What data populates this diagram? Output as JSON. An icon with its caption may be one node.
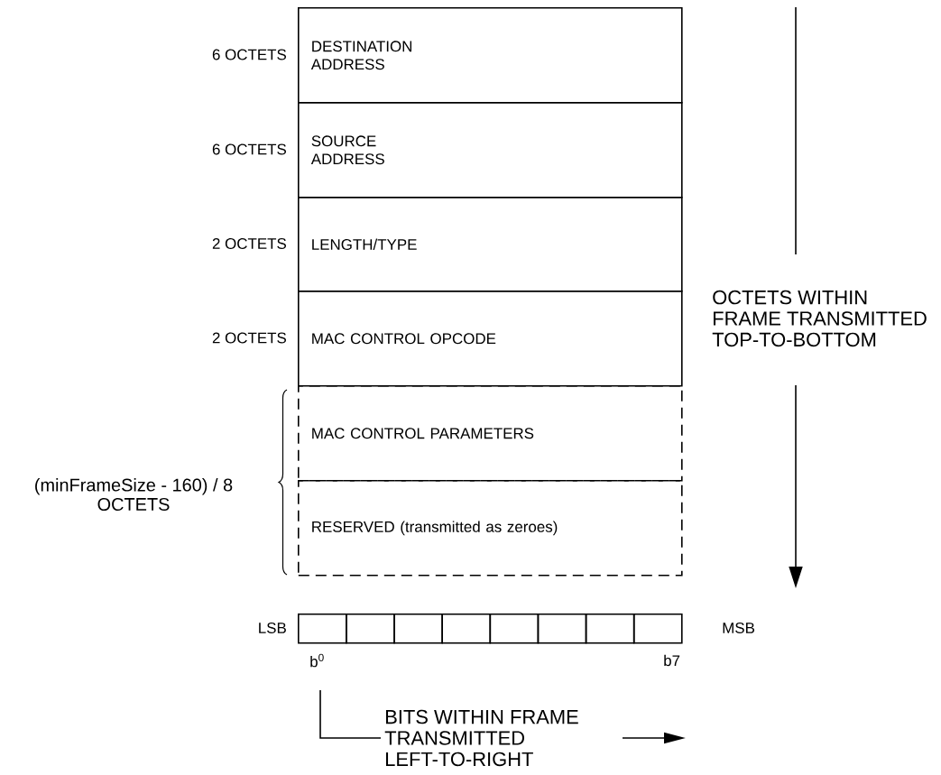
{
  "diagram": {
    "nodes": [
      {
        "text": [
          "DESTINATION ADDRESS"
        ],
        "beside": [
          "6 OCTETS"
        ]
      },
      {
        "text": [
          "SOURCE ADDRESS"
        ],
        "beside": [
          "6 OCTETS"
        ]
      },
      {
        "text": [
          "LENGTH/TYPE"
        ],
        "beside": [
          "2 OCTETS"
        ]
      },
      {
        "text": [
          "MAC CONTROL OPCODE"
        ],
        "beside": [
          "2 OCTETS"
        ]
      },
      {
        "text": [
          "MAC CONTROL PARAMETERS"
        ]
      },
      {
        "text": [
          "RESERVED (transmitted as zeroes)"
        ]
      },
      {
        "text": [],
        "shape": "box"
      },
      {
        "text": [],
        "shape": "box"
      },
      {
        "text": [],
        "shape": "box"
      },
      {
        "text": [],
        "shape": "box"
      },
      {
        "text": [],
        "shape": "box"
      },
      {
        "text": [],
        "shape": "box"
      },
      {
        "text": [],
        "shape": "box"
      },
      {
        "text": [],
        "shape": "box"
      }
    ],
    "labels": [
      "OCTETS WITHIN FRAME TRANSMITTED TOP-TO-BOTTOM",
      "(minFrameSize - 160) / 8 OCTETS",
      "LSB",
      "MSB",
      "b$^{0}$",
      "b7",
      "BITS WITHIN FRAME TRANSMITTED LEFT-TO-RIGHT"
    ]
  }
}
